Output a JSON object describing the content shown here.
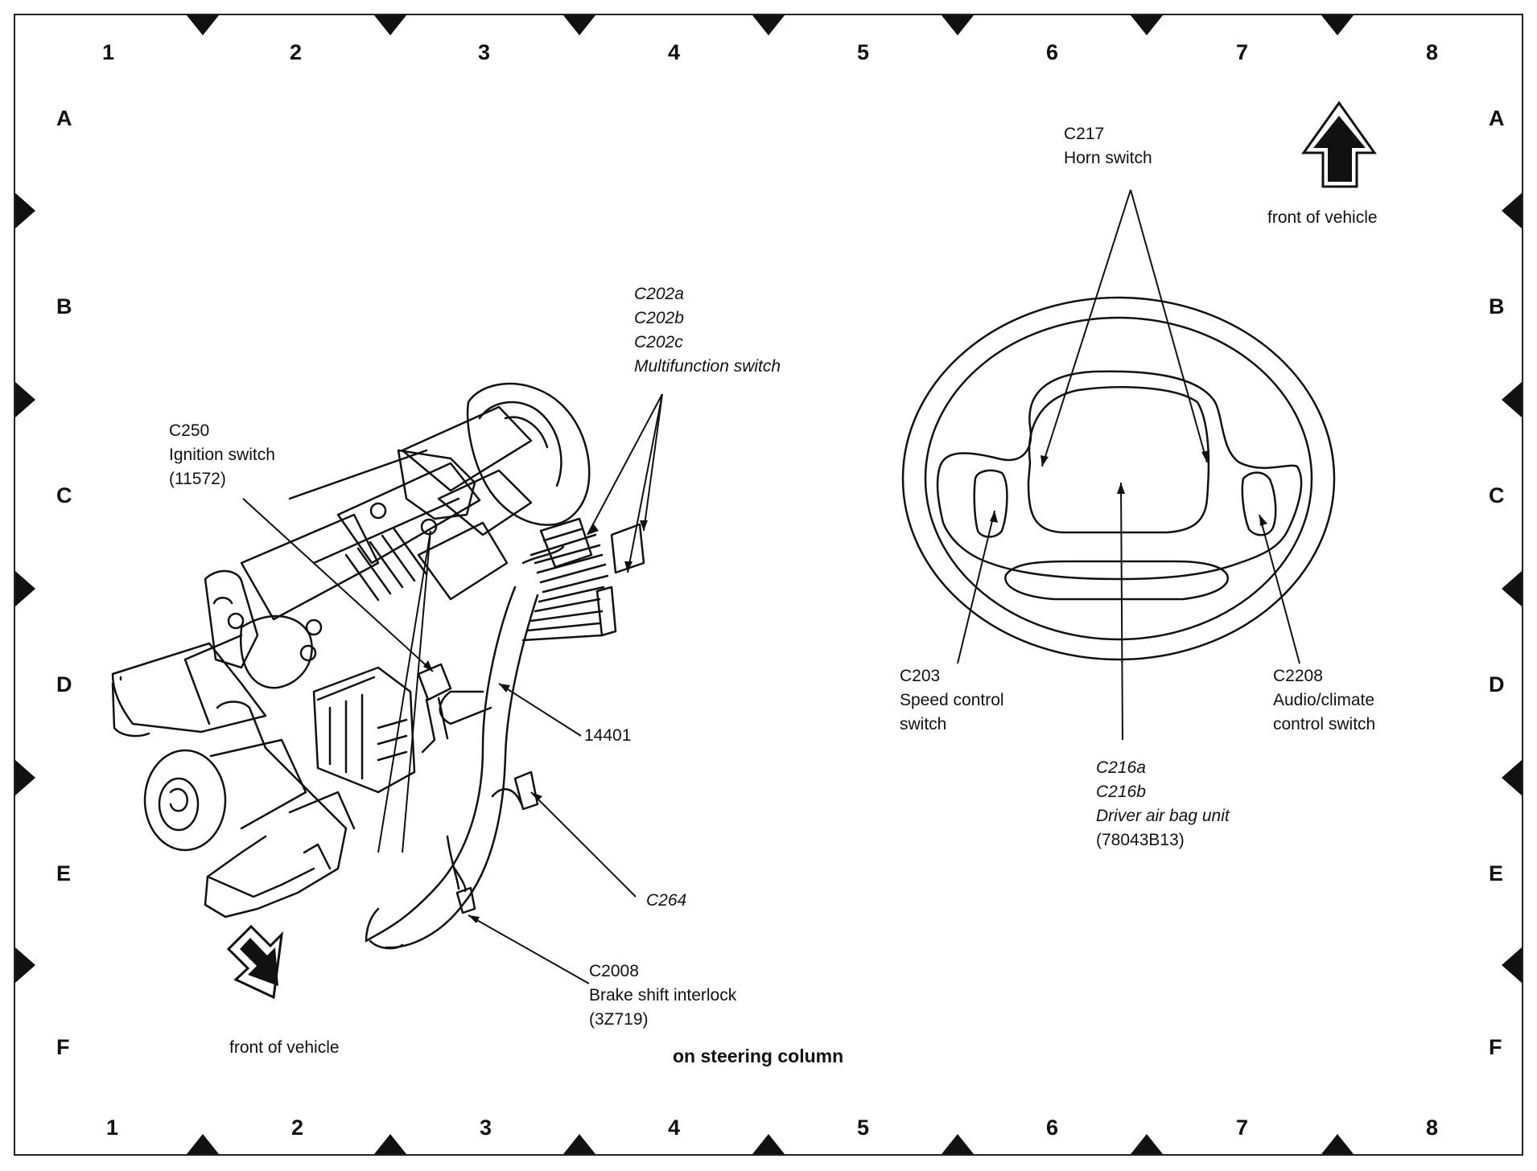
{
  "grid": {
    "columns": [
      "1",
      "2",
      "3",
      "4",
      "5",
      "6",
      "7",
      "8"
    ],
    "rows": [
      "A",
      "B",
      "C",
      "D",
      "E",
      "F"
    ]
  },
  "labels": {
    "c217": [
      "C217",
      "Horn switch"
    ],
    "front_top": "front of vehicle",
    "c202": [
      "C202a",
      "C202b",
      "C202c",
      "Multifunction switch"
    ],
    "c250": [
      "C250",
      "Ignition switch",
      "(11572)"
    ],
    "c203": [
      "C203",
      "Speed control",
      "switch"
    ],
    "c2208": [
      "C2208",
      "Audio/climate",
      "control switch"
    ],
    "c216": [
      "C216a",
      "C216b",
      "Driver air bag unit",
      "(78043B13)"
    ],
    "n14401": "14401",
    "c264": "C264",
    "c2008": [
      "C2008",
      "Brake shift interlock",
      "(3Z719)"
    ],
    "front_bottom": "front of vehicle",
    "caption": "on steering column"
  }
}
